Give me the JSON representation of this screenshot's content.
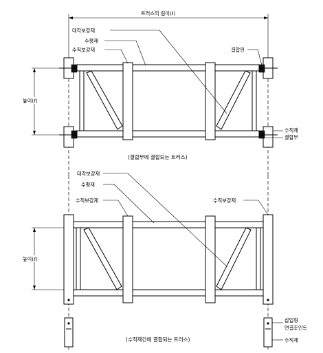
{
  "dimension": {
    "truss_length": "트러스의 길이(ℓ)",
    "height_top": "높이(ℓ)",
    "height_bottom": "높이(ℓ)"
  },
  "top_figure": {
    "labels": {
      "diagonal": "대각보강재",
      "horizontal": "수평재",
      "vertical_reinforce": "수직보강재",
      "coupling_pin": "결합핀",
      "vertical_member": "수직재",
      "coupling_part": "결합부"
    },
    "caption": "(결합부에 결합되는 트러스)"
  },
  "bottom_figure": {
    "labels": {
      "diagonal": "대각보강재",
      "horizontal": "수평재",
      "vertical_reinforce_left": "수직보강재",
      "vertical_reinforce_right": "수직보강재",
      "insert_joint_1": "삽입형",
      "insert_joint_2": "연결조인트",
      "vertical_member": "수직재"
    },
    "caption": "(수직재간에 결합되는 트러스)"
  }
}
